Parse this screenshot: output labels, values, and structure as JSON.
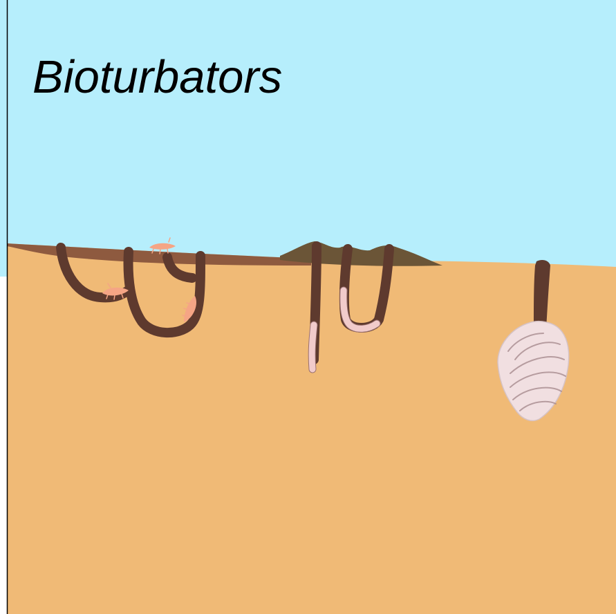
{
  "title": "Bioturbators",
  "colors": {
    "water": "#b6eefc",
    "sediment": "#f0ba76",
    "oxidized_layer": "#8e5a3f",
    "mound": "#6b5537",
    "burrow": "#5e3a2e",
    "worm": "#f1cbcb",
    "worm_outline": "#9a7070",
    "amphipod": "#f5a585",
    "clam_shell": "#f1dfe1",
    "clam_lines": "#a88b8f"
  },
  "organisms": [
    {
      "kind": "amphipod",
      "icon": "shrimp-icon"
    },
    {
      "kind": "lugworm",
      "icon": "worm-icon"
    },
    {
      "kind": "clam",
      "icon": "clam-shell-icon"
    }
  ]
}
